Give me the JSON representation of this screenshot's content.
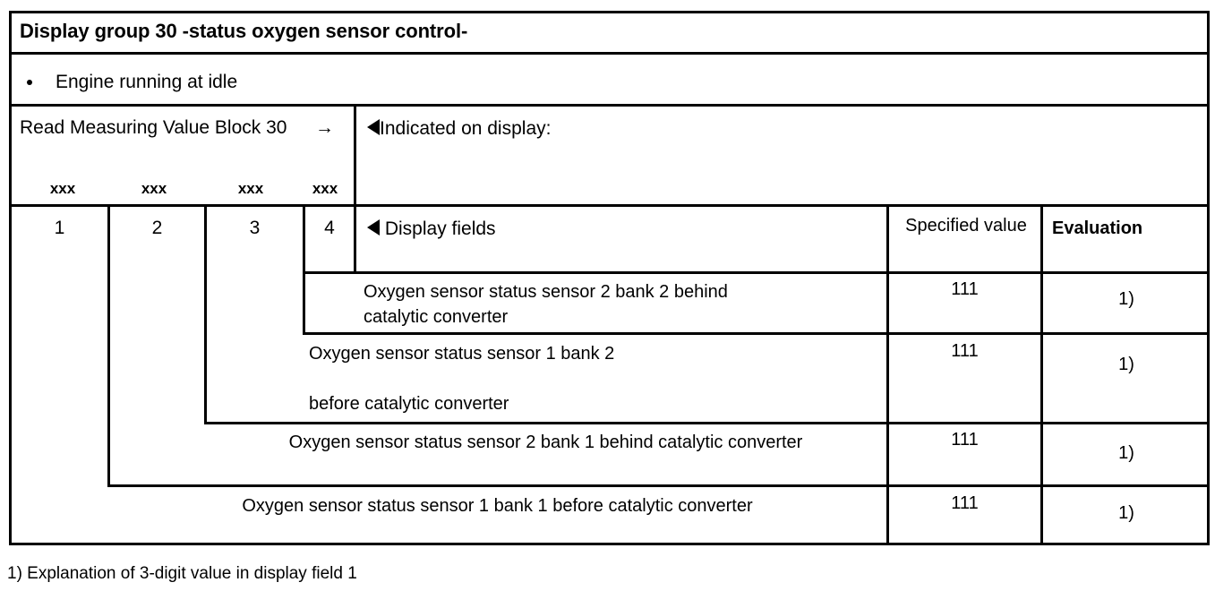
{
  "document": {
    "title": "Display group 30 -status oxygen sensor control-",
    "precondition": "Engine running at idle",
    "bullet_glyph": "•",
    "read_block": {
      "label": "Read Measuring Value Block",
      "arrow_glyph": "→",
      "group_number": "30",
      "placeholders": [
        "xxx",
        "xxx",
        "xxx",
        "xxx"
      ],
      "field_numbers": [
        "1",
        "2",
        "3",
        "4"
      ]
    },
    "indicated_label": "Indicated on display:",
    "display_fields_label": "Display fields",
    "triangle_glyph": "◀",
    "columns": {
      "specified_value": "Specified\nvalue",
      "evaluation": "Evaluation"
    },
    "rows": [
      {
        "text": "Oxygen sensor status sensor 2 bank 2 behind\ncatalytic converter",
        "specified_value": "111",
        "evaluation": "1)"
      },
      {
        "text": "Oxygen sensor status sensor 1 bank 2\n\nbefore catalytic converter",
        "specified_value": "111",
        "evaluation": "1)"
      },
      {
        "text": "Oxygen sensor status sensor 2 bank 1 behind catalytic converter",
        "specified_value": "111",
        "evaluation": "1)"
      },
      {
        "text": "Oxygen sensor status sensor 1 bank 1 before catalytic converter",
        "specified_value": "111",
        "evaluation": "1)"
      }
    ],
    "footnote": "1) Explanation of 3-digit value in display field 1"
  }
}
